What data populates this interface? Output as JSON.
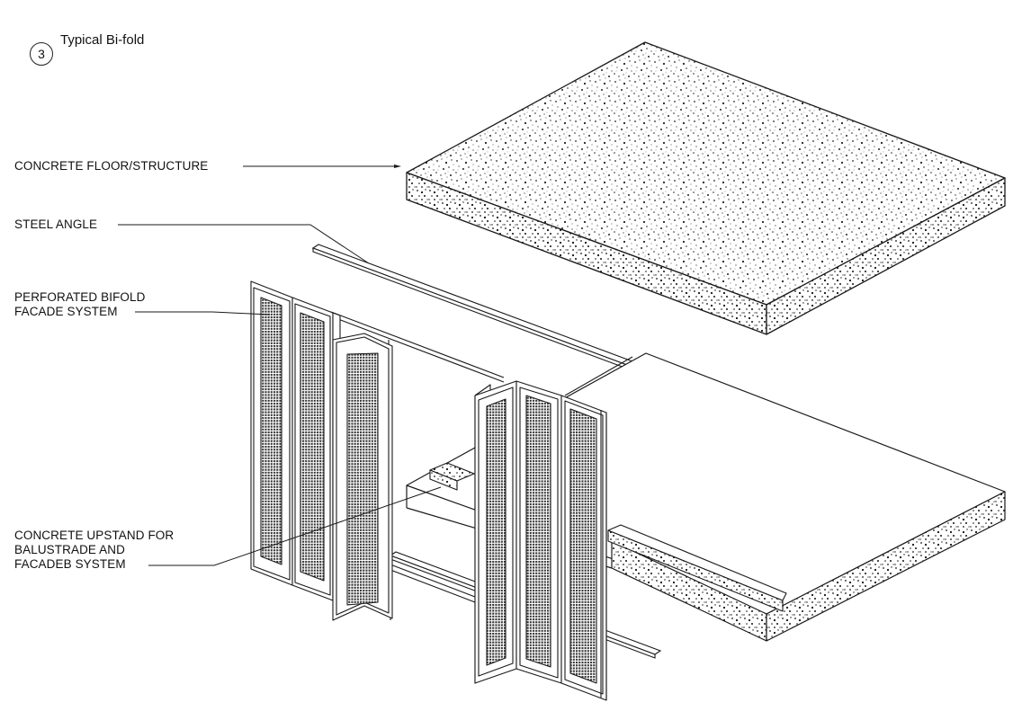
{
  "header": {
    "detail_number": "3",
    "title": "Typical Bi-fold"
  },
  "callouts": {
    "concrete_floor": [
      "CONCRETE FLOOR/STRUCTURE"
    ],
    "steel_angle": [
      "STEEL ANGLE"
    ],
    "perforated_facade": [
      "PERFORATED BIFOLD",
      "FACADE SYSTEM"
    ],
    "concrete_upstand": [
      "CONCRETE UPSTAND FOR",
      "BALUSTRADE AND",
      "FACADEB SYSTEM"
    ]
  },
  "colors": {
    "line": "#1a1a1a",
    "paper": "#ffffff",
    "mesh": "#3a3a3a"
  }
}
